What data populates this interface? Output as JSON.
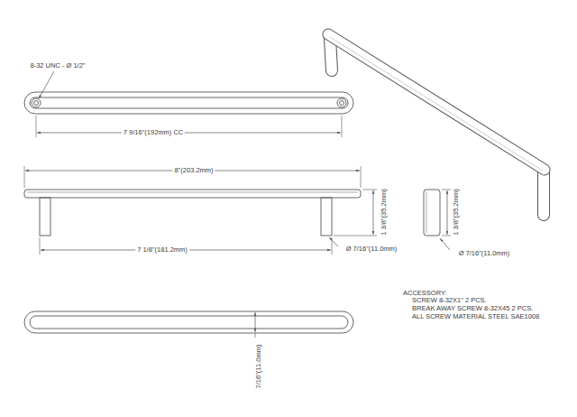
{
  "diagram": {
    "labels": [
      "8-32 UNC - Ø 1/2\"",
      "7 9/16\"(192mm) CC",
      "8\"(203.2mm)",
      "1 3/8\"(35.2mm)",
      "7 1/8\"(181.2mm)",
      "Ø 7/16\"(11.0mm)",
      "1 3/8\"(35.2mm)",
      "Ø 7/16\"(11.0mm)",
      "7/16\"(11.0mm)",
      "ACCESSORY:",
      "SCREW 8-32X1\" 2 PCS.",
      "BREAK AWAY SCREW 8-32X45 2 PCS.",
      "ALL SCREW MATERIAL STEEL SAE1008"
    ]
  }
}
